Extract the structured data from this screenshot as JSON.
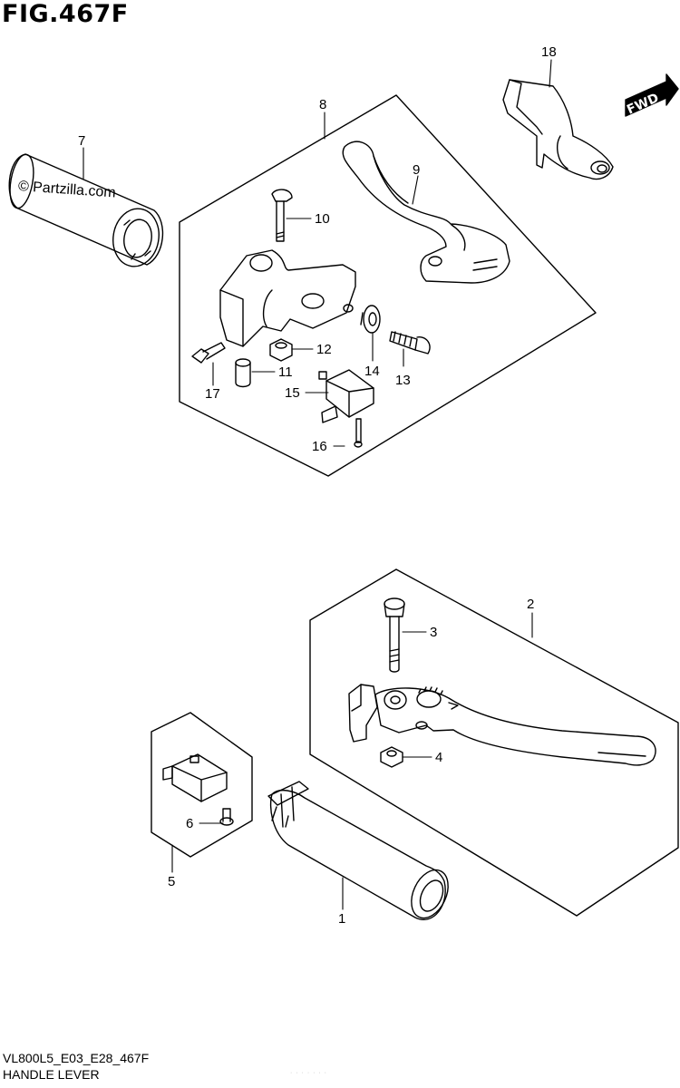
{
  "figure": {
    "title": "FIG.467F",
    "code": "VL800L5_E03_E28_467F",
    "name": "HANDLE LEVER",
    "watermark": "© Partzilla.com",
    "tiny_text": "· · · · · · ·"
  },
  "fwd_label": "FWD",
  "callouts": {
    "c1": "1",
    "c2": "2",
    "c3": "3",
    "c4": "4",
    "c5": "5",
    "c6": "6",
    "c7": "7",
    "c8": "8",
    "c9": "9",
    "c10": "10",
    "c11": "11",
    "c12": "12",
    "c13": "13",
    "c14": "14",
    "c15": "15",
    "c16": "16",
    "c17": "17",
    "c18": "18"
  }
}
